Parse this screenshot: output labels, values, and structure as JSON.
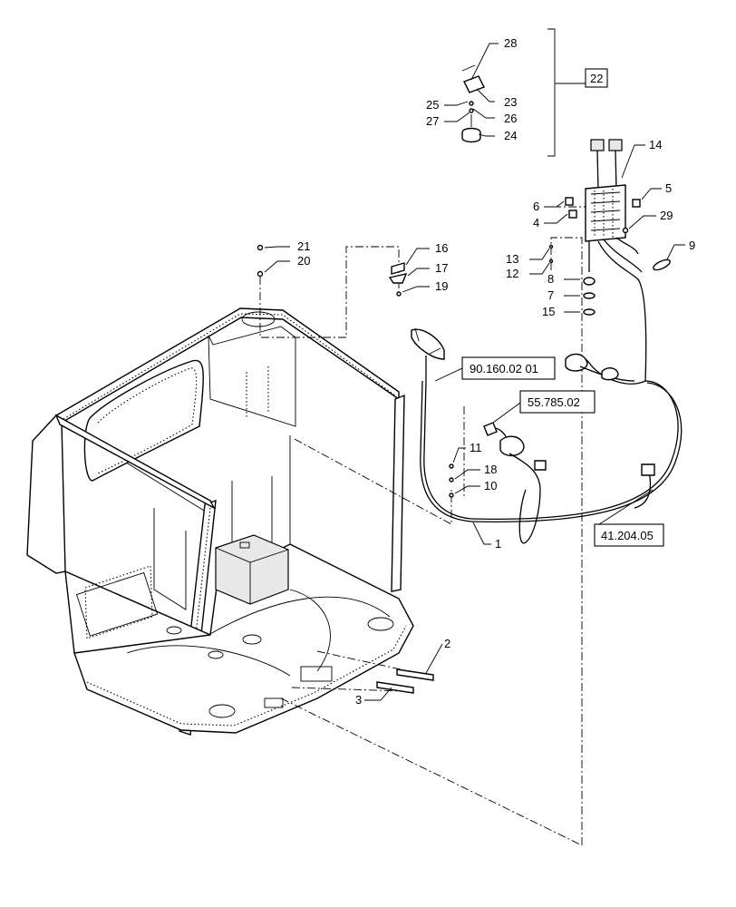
{
  "callouts": {
    "c1": "1",
    "c2": "2",
    "c3": "3",
    "c4": "4",
    "c5": "5",
    "c6": "6",
    "c7": "7",
    "c8": "8",
    "c9": "9",
    "c10": "10",
    "c11": "11",
    "c12": "12",
    "c13": "13",
    "c14": "14",
    "c15": "15",
    "c16": "16",
    "c17": "17",
    "c18": "18",
    "c19": "19",
    "c20": "20",
    "c21": "21",
    "c22": "22",
    "c23": "23",
    "c24": "24",
    "c25": "25",
    "c26": "26",
    "c27": "27",
    "c28": "28",
    "c29": "29"
  },
  "references": {
    "ref_90": "90.160.02 01",
    "ref_55": "55.785.02",
    "ref_41": "41.204.05"
  }
}
